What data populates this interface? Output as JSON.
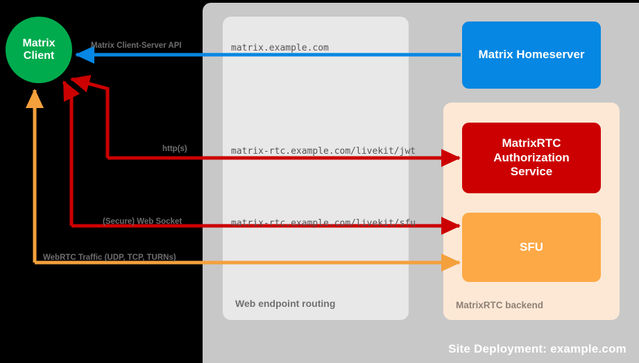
{
  "diagram": {
    "title": "Site Deployment: example.com",
    "colors": {
      "client_green": "#00ab4e",
      "homeserver_blue": "#0587e3",
      "auth_red": "#cc0000",
      "sfu_orange": "#fda946",
      "site_panel_gray": "#c8c8c8",
      "routing_panel_gray": "#e8e8e8",
      "backend_panel_peach": "#fce8d5",
      "background": "#000000"
    }
  },
  "client": {
    "line1": "Matrix",
    "line2": "Client"
  },
  "panels": {
    "routing_label": "Web endpoint routing",
    "backend_label": "MatrixRTC backend",
    "site_label": "Site Deployment: example.com"
  },
  "services": [
    {
      "id": "homeserver",
      "label": "Matrix Homeserver",
      "color": "#0587e3"
    },
    {
      "id": "authorization",
      "label": "MatrixRTC\nAuthorization\nService",
      "line1": "MatrixRTC",
      "line2": "Authorization",
      "line3": "Service",
      "color": "#cc0000"
    },
    {
      "id": "sfu",
      "label": "SFU",
      "color": "#fda946"
    }
  ],
  "connections": [
    {
      "id": "client-server-api",
      "protocol_label": "Matrix Client-Server API",
      "endpoint": "matrix.example.com",
      "color": "#0587e3",
      "direction": "to-client"
    },
    {
      "id": "jwt-auth",
      "protocol_label": "http(s)",
      "endpoint": "matrix-rtc.example.com/livekit/jwt",
      "color": "#cc0000",
      "direction": "bidirectional"
    },
    {
      "id": "sfu-websocket",
      "protocol_label": "(Secure) Web Socket",
      "endpoint": "matrix-rtc.example.com/livekit/sfu",
      "color": "#cc0000",
      "direction": "bidirectional"
    },
    {
      "id": "webrtc-media",
      "protocol_label": "WebRTC Traffic (UDP, TCP, TURNs)",
      "endpoint": "",
      "color": "#f4a03c",
      "direction": "bidirectional"
    }
  ]
}
